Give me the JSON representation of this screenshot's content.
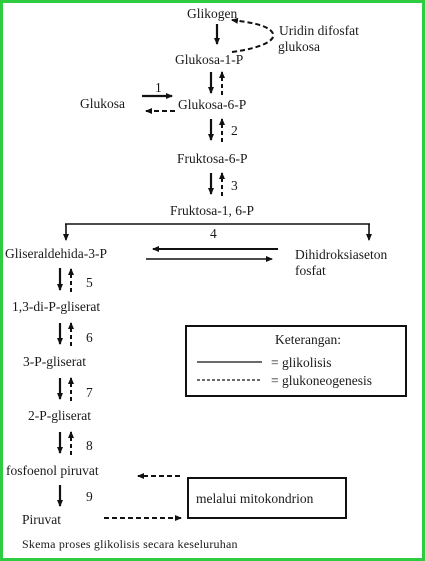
{
  "nodes": {
    "glikogen": "Glikogen",
    "udp_glukosa_1": "Uridin difosfat",
    "udp_glukosa_2": "glukosa",
    "glukosa_1_p": "Glukosa-1-P",
    "glukosa": "Glukosa",
    "glukosa_6_p": "Glukosa-6-P",
    "fruktosa_6_p": "Fruktosa-6-P",
    "fruktosa_1_6_p": "Fruktosa-1, 6-P",
    "gliseraldehida_3_p": "Gliseraldehida-3-P",
    "dihidroksiaseton_1": "Dihidroksiaseton",
    "dihidroksiaseton_2": "fosfat",
    "di_p_gliserat": "1,3-di-P-gliserat",
    "p3_gliserat": "3-P-gliserat",
    "p2_gliserat": "2-P-gliserat",
    "fosfoenol_piruvat": "fosfoenol piruvat",
    "piruvat": "Piruvat",
    "mitokondrion": "melalui mitokondrion"
  },
  "steps": [
    "1",
    "2",
    "3",
    "4",
    "5",
    "6",
    "7",
    "8",
    "9"
  ],
  "legend": {
    "title": "Keterangan:",
    "solid_label": "= glikolisis",
    "dashed_label": "= glukoneogenesis"
  },
  "caption": "Skema proses glikolisis secara keseluruhan",
  "colors": {
    "border": "#2ecc40",
    "ink": "#1a1a1a"
  }
}
